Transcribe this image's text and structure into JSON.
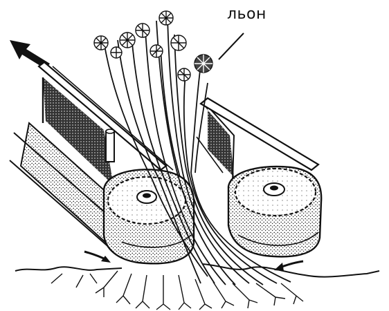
{
  "labels": {
    "plant": "льон"
  },
  "colors": {
    "ink": "#111111",
    "paper": "#ffffff",
    "shade": "#2a2a2a"
  },
  "icons": [
    "direction-arrow",
    "rotation-arrow"
  ]
}
